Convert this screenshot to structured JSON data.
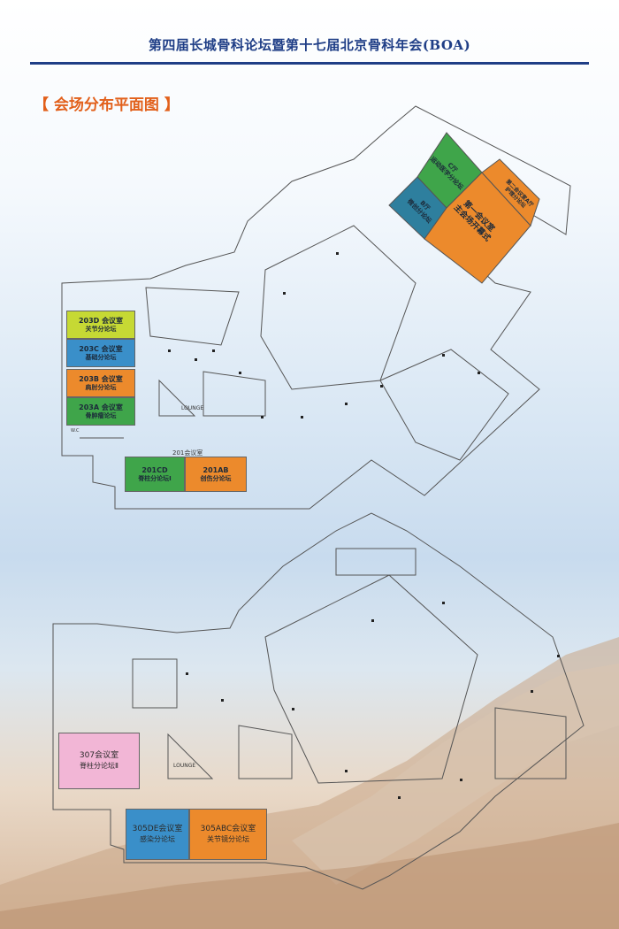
{
  "header": {
    "title": "第四届长城骨科论坛暨第十七届北京骨科年会(BOA)",
    "section_title": "【 会场分布平面图 】"
  },
  "colors": {
    "title_blue": "#1f3e86",
    "section_orange": "#e2601b",
    "green": "#3fa54a",
    "orange": "#ec8a2c",
    "blue": "#3a8fc9",
    "teal": "#2e7f9e",
    "yellow_green": "#c6d934",
    "pink": "#f2b6d6"
  },
  "floor2": {
    "rooms": [
      {
        "id": "203D",
        "name": "203D 会议室",
        "sub": "关节分论坛",
        "color": "#c6d934"
      },
      {
        "id": "203C",
        "name": "203C 会议室",
        "sub": "基础分论坛",
        "color": "#3a8fc9"
      },
      {
        "id": "203B",
        "name": "203B 会议室",
        "sub": "肩肘分论坛",
        "color": "#ec8a2c"
      },
      {
        "id": "203A",
        "name": "203A 会议室",
        "sub": "骨肿瘤论坛",
        "color": "#3fa54a"
      },
      {
        "id": "201CD",
        "name": "201CD",
        "sub": "脊柱分论坛Ⅰ",
        "color": "#3fa54a"
      },
      {
        "id": "201AB",
        "name": "201AB",
        "sub": "创伤分论坛",
        "color": "#ec8a2c"
      }
    ],
    "hall_201_label": "201会议室",
    "lounge": "LOUNGE",
    "wc": "W.C",
    "diagonal_halls": {
      "c_hall": {
        "name": "C厅",
        "sub": "运动医学分论坛",
        "color": "#3fa54a"
      },
      "b_hall": {
        "name": "B厅",
        "sub": "微创分论坛",
        "color": "#2e7f9e"
      },
      "main_hall": {
        "name": "第一会议室",
        "sub": "主会场开幕式",
        "color": "#ec8a2c"
      },
      "second_hall": {
        "name": "第二会议室A厅",
        "sub": "护理分论坛",
        "color": "#ec8a2c"
      }
    }
  },
  "floor3": {
    "rooms": [
      {
        "id": "307",
        "name": "307会议室",
        "sub": "脊柱分论坛Ⅱ",
        "color": "#f2b6d6"
      },
      {
        "id": "305DE",
        "name": "305DE会议室",
        "sub": "感染分论坛",
        "color": "#3a8fc9"
      },
      {
        "id": "305ABC",
        "name": "305ABC会议室",
        "sub": "关节镜分论坛",
        "color": "#ec8a2c"
      }
    ],
    "lounge": "LOUNGE"
  }
}
